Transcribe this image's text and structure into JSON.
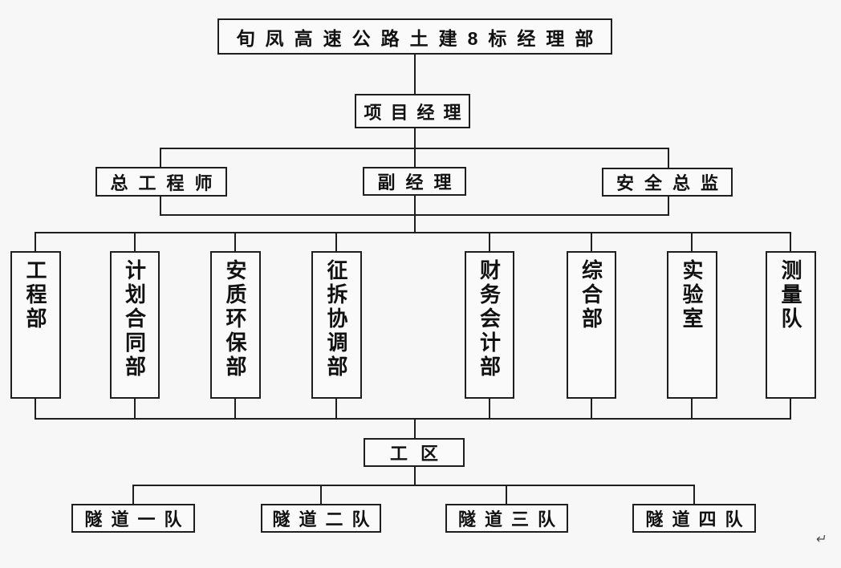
{
  "page": {
    "background_color": "#f7f7f7",
    "line_color": "#1e1e1e",
    "box_background_color": "#fafafa",
    "paragraph_mark": "↵"
  },
  "org_chart": {
    "root": {
      "label": "旬凤高速公路土建8标经理部"
    },
    "project_manager": {
      "label": "项目经理"
    },
    "management": [
      {
        "label": "总工程师"
      },
      {
        "label": "副经理"
      },
      {
        "label": "安全总监"
      }
    ],
    "departments": [
      {
        "label": "工程部"
      },
      {
        "label": "计划合同部"
      },
      {
        "label": "安质环保部"
      },
      {
        "label": "征拆协调部"
      },
      {
        "label": "财务会计部"
      },
      {
        "label": "综合部"
      },
      {
        "label": "实验室"
      },
      {
        "label": "测量队"
      }
    ],
    "work_area": {
      "label": "工区"
    },
    "teams": [
      {
        "label": "隧道一队"
      },
      {
        "label": "隧道二队"
      },
      {
        "label": "隧道三队"
      },
      {
        "label": "隧道四队"
      }
    ]
  }
}
